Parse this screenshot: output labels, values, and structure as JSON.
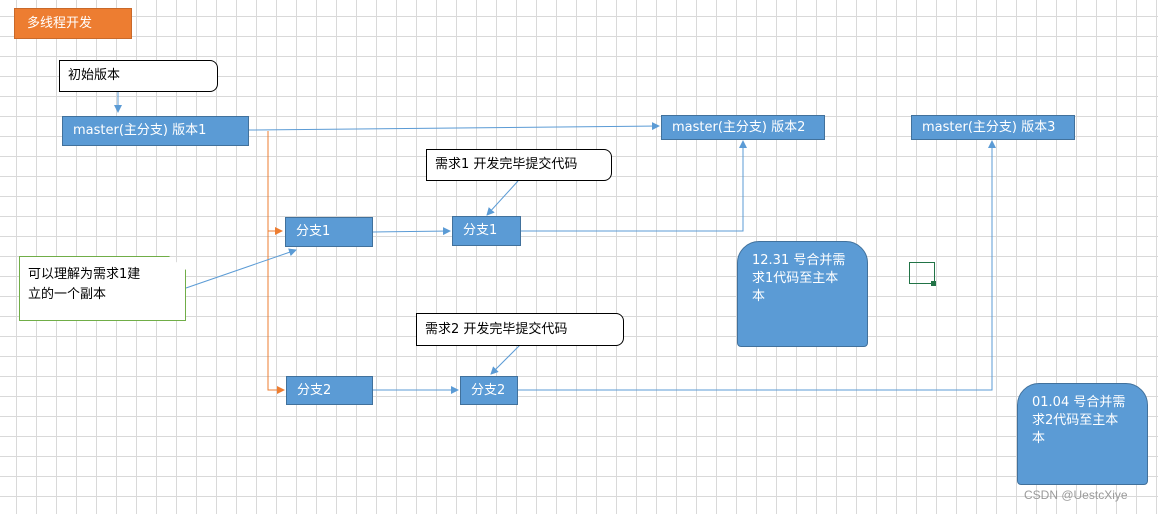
{
  "title": "多线程开发",
  "initial_version_label": "初始版本",
  "master_v1": "master(主分支) 版本1",
  "master_v2": "master(主分支) 版本2",
  "master_v3": "master(主分支) 版本3",
  "req1_commit": "需求1 开发完毕提交代码",
  "req2_commit": "需求2 开发完毕提交代码",
  "branch1_start": "分支1",
  "branch1_end": "分支1",
  "branch2_start": "分支2",
  "branch2_end": "分支2",
  "copy_note_line1": "可以理解为需求1建",
  "copy_note_line2": "立的一个副本",
  "merge_note1_line1": "12.31 号合并需",
  "merge_note1_line2": "求1代码至主本",
  "merge_note1_line3": "本",
  "merge_note2_line1": "01.04 号合并需",
  "merge_note2_line2": "求2代码至主本",
  "merge_note2_line3": "本",
  "watermark": "CSDN @UestcXiye",
  "colors": {
    "title_fill": "#ed7d31",
    "box_fill": "#5b9bd5",
    "arrow_blue": "#5b9bd5",
    "arrow_orange": "#ed7d31",
    "note_border_green": "#70ad47"
  }
}
